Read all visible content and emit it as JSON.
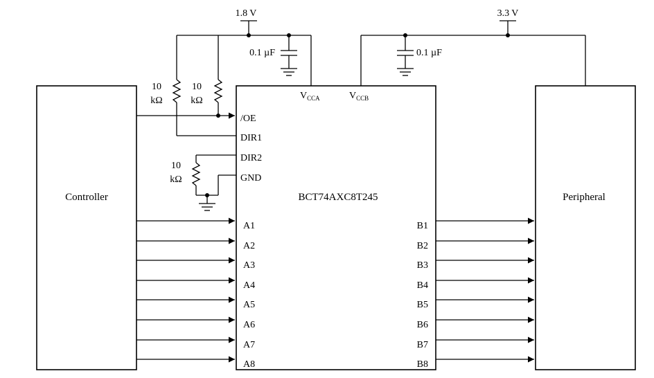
{
  "supplies": {
    "left_voltage": "1.8 V",
    "right_voltage": "3.3 V"
  },
  "capacitors": {
    "left_value": "0.1 µF",
    "right_value": "0.1 µF"
  },
  "resistors": {
    "r1_value": "10",
    "r1_unit": "kΩ",
    "r2_value": "10",
    "r2_unit": "kΩ",
    "r3_value": "10",
    "r3_unit": "kΩ"
  },
  "controller": {
    "label": "Controller"
  },
  "peripheral": {
    "label": "Peripheral"
  },
  "chip": {
    "name": "BCT74AXC8T245",
    "vcca": {
      "main": "V",
      "sub": "CCA"
    },
    "vccb": {
      "main": "V",
      "sub": "CCB"
    },
    "control_pins": [
      "/OE",
      "DIR1",
      "DIR2",
      "GND"
    ],
    "a_pins": [
      "A1",
      "A2",
      "A3",
      "A4",
      "A5",
      "A6",
      "A7",
      "A8"
    ],
    "b_pins": [
      "B1",
      "B2",
      "B3",
      "B4",
      "B5",
      "B6",
      "B7",
      "B8"
    ]
  }
}
